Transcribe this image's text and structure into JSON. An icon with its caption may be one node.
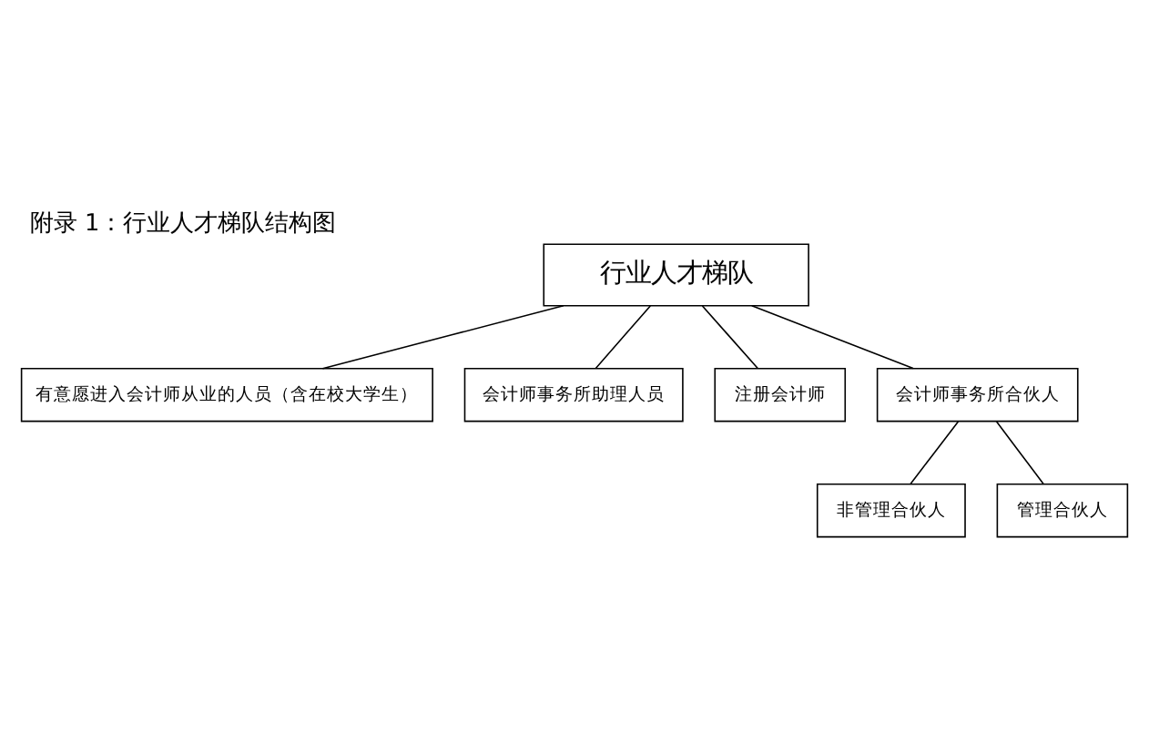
{
  "diagram": {
    "title": "附录 1：行业人才梯队结构图",
    "nodes": [
      {
        "text": [
          "行业人才梯队"
        ]
      },
      {
        "text": [
          "有意愿进入会计师从业的人员（含在校大学生）"
        ]
      },
      {
        "text": [
          "会计师事务所助理人员"
        ]
      },
      {
        "text": [
          "注册会计师"
        ]
      },
      {
        "text": [
          "会计师事务所合伙人"
        ]
      },
      {
        "text": [
          "非管理合伙人"
        ]
      },
      {
        "text": [
          "管理合伙人"
        ]
      }
    ],
    "edges": [
      {
        "from": 0,
        "to": 1,
        "arrow": "none"
      },
      {
        "from": 0,
        "to": 2,
        "arrow": "none"
      },
      {
        "from": 0,
        "to": 3,
        "arrow": "none"
      },
      {
        "from": 0,
        "to": 4,
        "arrow": "none"
      },
      {
        "from": 4,
        "to": 5,
        "arrow": "none"
      },
      {
        "from": 4,
        "to": 6,
        "arrow": "none"
      }
    ]
  }
}
